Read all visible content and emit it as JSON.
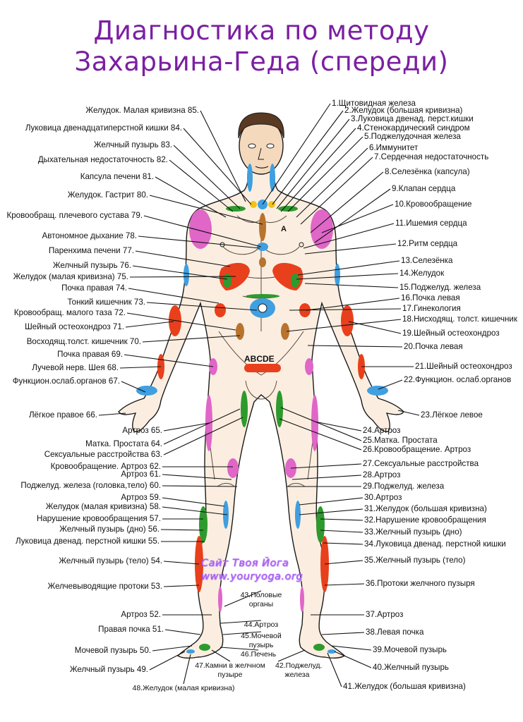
{
  "title": {
    "line1": "Диагностика по методу",
    "line2": "Захарьина-Геда (спереди)",
    "color": "#7b1fa2"
  },
  "watermark": {
    "line1": "Сайт Твоя Йога",
    "line2": "www.youryoga.org"
  },
  "body_marks": {
    "a": "A",
    "abcde": "ABCDE"
  },
  "zone_colors": {
    "skin": "#fbeee0",
    "pink": "#e066c8",
    "red": "#e8401c",
    "blue": "#3f9fe0",
    "green": "#2e9a2e",
    "brown": "#b8732e",
    "yellow": "#f2c316"
  },
  "labels_left": [
    "Желудок. Малая кривизна 85.",
    "Луковица двенадцатиперстной кишки 84.",
    "Желчный пузырь 83.",
    "Дыхательная недостаточность 82.",
    "Капсула печени 81.",
    "Желудок. Гастрит 80.",
    "Кровообращ. плечевого сустава 79.",
    "Автономное дыхание 78.",
    "Паренхима печени 77.",
    "Желчный пузырь 76.",
    "Желудок (малая кривизна) 75.",
    "Почка правая 74.",
    "Тонкий кишечник 73.",
    "Кровообращ. малого таза 72.",
    "Шейный остеохондроз 71.",
    "Восходящ.толст. кишечник 70.",
    "Почка правая 69.",
    "Лучевой нерв. Шея 68.",
    "Функцион.ослаб.органов 67.",
    "Лёгкое правое 66.",
    "Артроз 65.",
    "Матка. Простата 64.",
    "Сексуальные расстройства 63.",
    "Кровообращение. Артроз 62.",
    "Артроз 61.",
    "Поджелуд. железа (головка,тело) 60.",
    "Артроз 59.",
    "Желудок (малая кривизна) 58.",
    "Нарушение кровообращения 57.",
    "Желчный пузырь (дно) 56.",
    "Луковица двенад. перстной кишки 55.",
    "Желчный пузырь (тело) 54.",
    "Желчевыводящие протоки 53.",
    "Артроз 52.",
    "Правая почка 51.",
    "Мочевой пузырь 50.",
    "Желчный пузырь 49."
  ],
  "labels_right": [
    "1.Щитовидная железа",
    "2.Желудок (большая кривизна)",
    "3.Луковица двенад. перст.кишки",
    "4.Стенокардический синдром",
    "5.Поджелудочная железа",
    "6.Иммунитет",
    "7.Сердечная недостаточность",
    "8.Селезёнка (капсула)",
    "9.Клапан сердца",
    "10.Кровообращение",
    "11.Ишемия сердца",
    "12.Ритм сердца",
    "13.Селезёнка",
    "14.Желудок",
    "15.Поджелуд. железа",
    "16.Почка левая",
    "17.Гинекология",
    "18.Нисходящ. толст. кишечник",
    "19.Шейный остеохондроз",
    "20.Почка левая",
    "21.Шейный остеохондроз",
    "22.Функцион. ослаб.органов",
    "23.Лёгкое левое",
    "24.Артроз",
    "25.Матка. Простата",
    "26.Кровообращение. Артроз",
    "27.Сексуальные расстройства",
    "28.Артроз",
    "29.Поджелуд. железа",
    "30.Артроз",
    "31.Желудок (большая кривизна)",
    "32.Нарушение кровообращения",
    "33.Желчный пузырь (дно)",
    "34.Луковица двенад. перстной кишки",
    "35.Желчный пузырь (тело)",
    "36.Протоки желчного пузыря",
    "37.Артроз",
    "38.Левая почка",
    "39.Мочевой пузырь",
    "40.Желчный пузырь",
    "41.Желудок (большая кривизна)"
  ],
  "labels_bottom": [
    "43.Половые органы",
    "44.Артроз",
    "45.Мочевой пузырь",
    "46.Печень",
    "47.Камни в желчном пузыре",
    "42.Поджелуд. железа",
    "48.Желудок (малая кривизна)"
  ]
}
